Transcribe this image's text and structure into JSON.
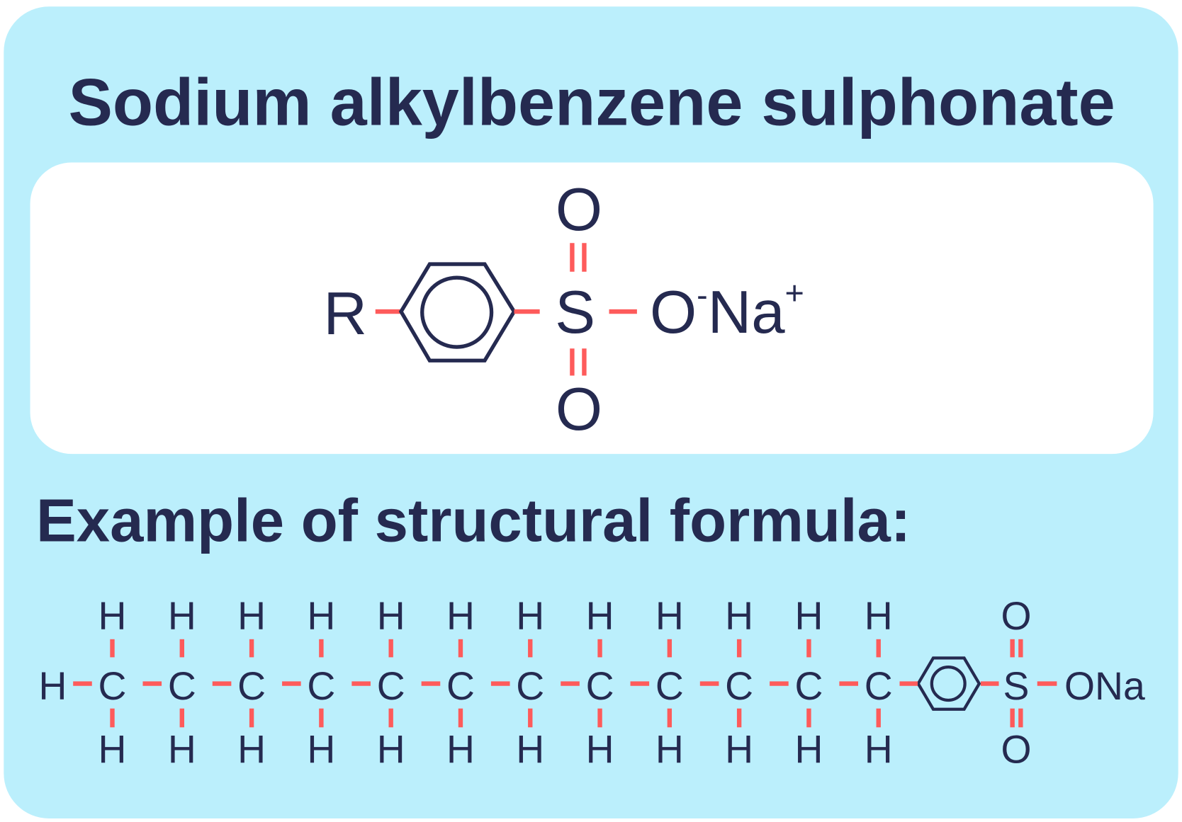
{
  "title": "Sodium alkylbenzene sulphonate",
  "general_formula": {
    "r_group": "R",
    "sulfur": "S",
    "oxygen_top": "O",
    "oxygen_bottom": "O",
    "oxygen_ionic": "O",
    "oxygen_charge": "-",
    "sodium": "Na",
    "sodium_charge": "+"
  },
  "example_heading": "Example of structural formula:",
  "example_formula": {
    "terminal_h": "H",
    "carbon_count": 12,
    "carbon_label": "C",
    "hydrogen_label": "H",
    "sulfur": "S",
    "oxygen_top": "O",
    "oxygen_bottom": "O",
    "salt_group": "ONa"
  },
  "colors": {
    "background": "#bbeffc",
    "text": "#252a50",
    "bond": "#fe5b5b",
    "panel": "#ffffff"
  }
}
